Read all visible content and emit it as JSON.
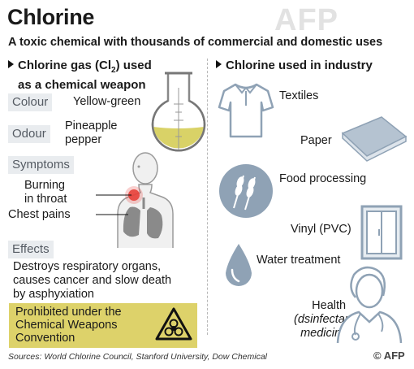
{
  "header": {
    "title": "Chlorine",
    "subtitle": "A toxic chemical with thousands of commercial and domestic uses",
    "watermark": "AFP"
  },
  "left": {
    "heading_line1": "Chlorine gas (Cl",
    "heading_sub": "2",
    "heading_line1_end": ") used",
    "heading_line2": "as a chemical weapon",
    "colour_label": "Colour",
    "colour_value": "Yellow-green",
    "odour_label": "Odour",
    "odour_value_line1": "Pineapple",
    "odour_value_line2": "pepper",
    "symptoms_label": "Symptoms",
    "symptom1_line1": "Burning",
    "symptom1_line2": "in throat",
    "symptom2": "Chest pains",
    "effects_label": "Effects",
    "effects_line1": "Destroys respiratory organs,",
    "effects_line2": "causes cancer and slow death",
    "effects_line3": "by asphyxiation",
    "prohibited_line1": "Prohibited under the",
    "prohibited_line2": "Chemical Weapons",
    "prohibited_line3": "Convention"
  },
  "right": {
    "heading": "Chlorine used in industry",
    "items": {
      "textiles": "Textiles",
      "paper": "Paper",
      "food": "Food processing",
      "vinyl": "Vinyl (PVC)",
      "water": "Water treatment",
      "health": "Health",
      "health_detail1": "(dsinfectants,",
      "health_detail2": "medicines)"
    }
  },
  "footer": {
    "sources": "Sources: World Chlorine Council, Stanford University, Dow Chemical",
    "logo": "© AFP"
  },
  "colors": {
    "label_bg": "#e9ecef",
    "prohibited_bg": "#ddd26a",
    "liquid": "#d9d267",
    "icon_blue": "#8fa2b5",
    "throat_red": "#e8413a"
  }
}
